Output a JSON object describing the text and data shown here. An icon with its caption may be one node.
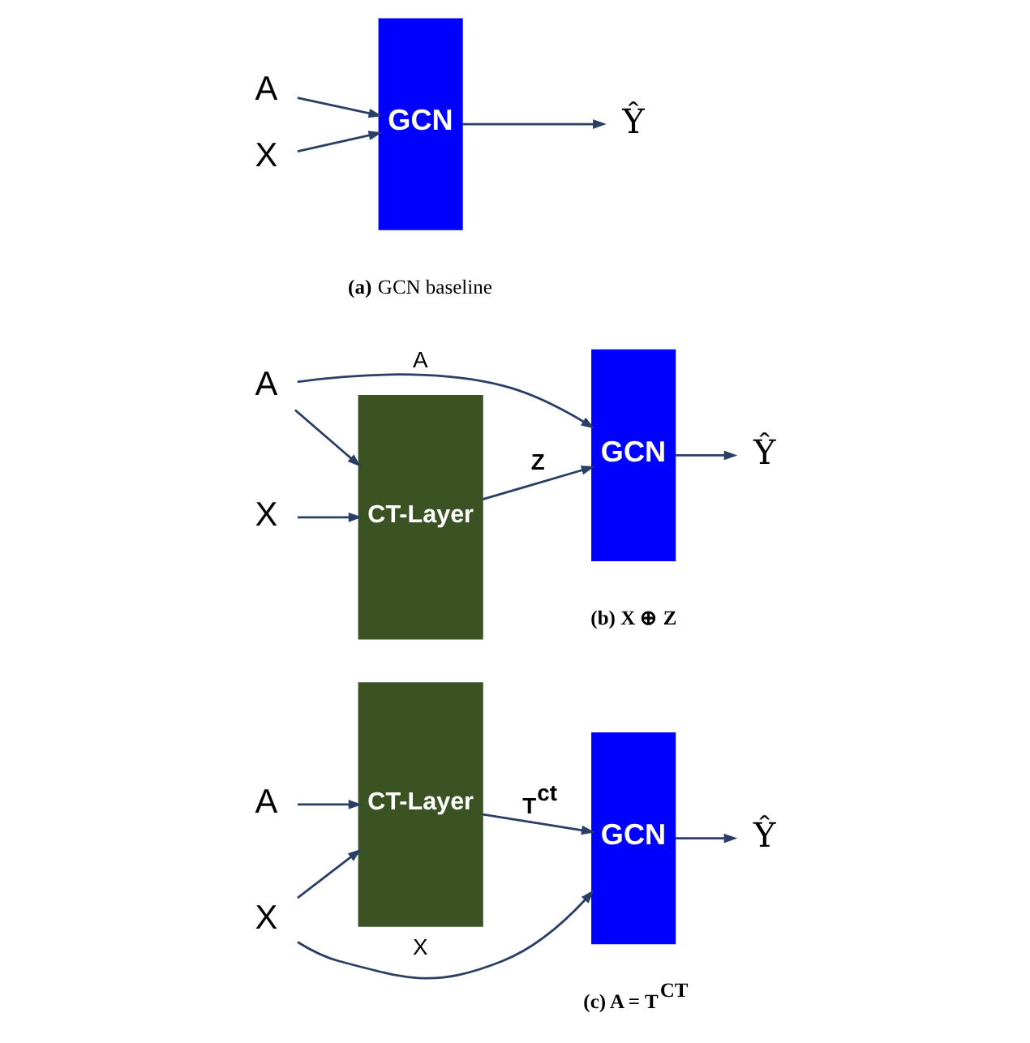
{
  "diagram": {
    "nodes": [
      {
        "text": [
          "X"
        ]
      },
      {
        "text": [
          "A"
        ]
      },
      {
        "text": [
          "GCN"
        ]
      },
      {
        "text": [
          "Ŷ"
        ]
      },
      {
        "text": [
          "X"
        ]
      },
      {
        "text": [
          "A"
        ]
      },
      {
        "text": [
          "CT-Layer"
        ]
      },
      {
        "text": [
          "GCN"
        ]
      },
      {
        "text": [
          "Ŷ"
        ]
      },
      {
        "text": [
          "X"
        ]
      },
      {
        "text": [
          "A"
        ]
      },
      {
        "text": [
          "CT-Layer"
        ]
      },
      {
        "text": [
          "GCN"
        ]
      },
      {
        "text": [
          "Ŷ"
        ]
      }
    ],
    "edges": [
      {
        "from": 0,
        "to": 2,
        "arrow": "to"
      },
      {
        "from": 1,
        "to": 2,
        "arrow": "to"
      },
      {
        "from": 2,
        "to": 3,
        "arrow": "to"
      },
      {
        "from": 4,
        "to": 6,
        "arrow": "to"
      },
      {
        "from": 5,
        "to": 6,
        "arrow": "to"
      },
      {
        "from": 6,
        "to": 7,
        "arrow": "to",
        "label": "**Z**"
      },
      {
        "from": 7,
        "to": 8,
        "arrow": "to"
      },
      {
        "from": 5,
        "to": 7,
        "arrow": "to",
        "label": "A"
      },
      {
        "from": 9,
        "to": 11,
        "arrow": "to"
      },
      {
        "from": 10,
        "to": 11,
        "arrow": "to"
      },
      {
        "from": 11,
        "to": 12,
        "arrow": "to",
        "label": "**T$^{ct}$**"
      },
      {
        "from": 12,
        "to": 13,
        "arrow": "to"
      },
      {
        "from": 9,
        "to": 12,
        "arrow": "to",
        "label": "X"
      }
    ],
    "labels": [
      "**(a)** GCN baseline",
      "**(b) X ⊕ Z**",
      "**(c) A = T$^{CT}$**"
    ]
  }
}
